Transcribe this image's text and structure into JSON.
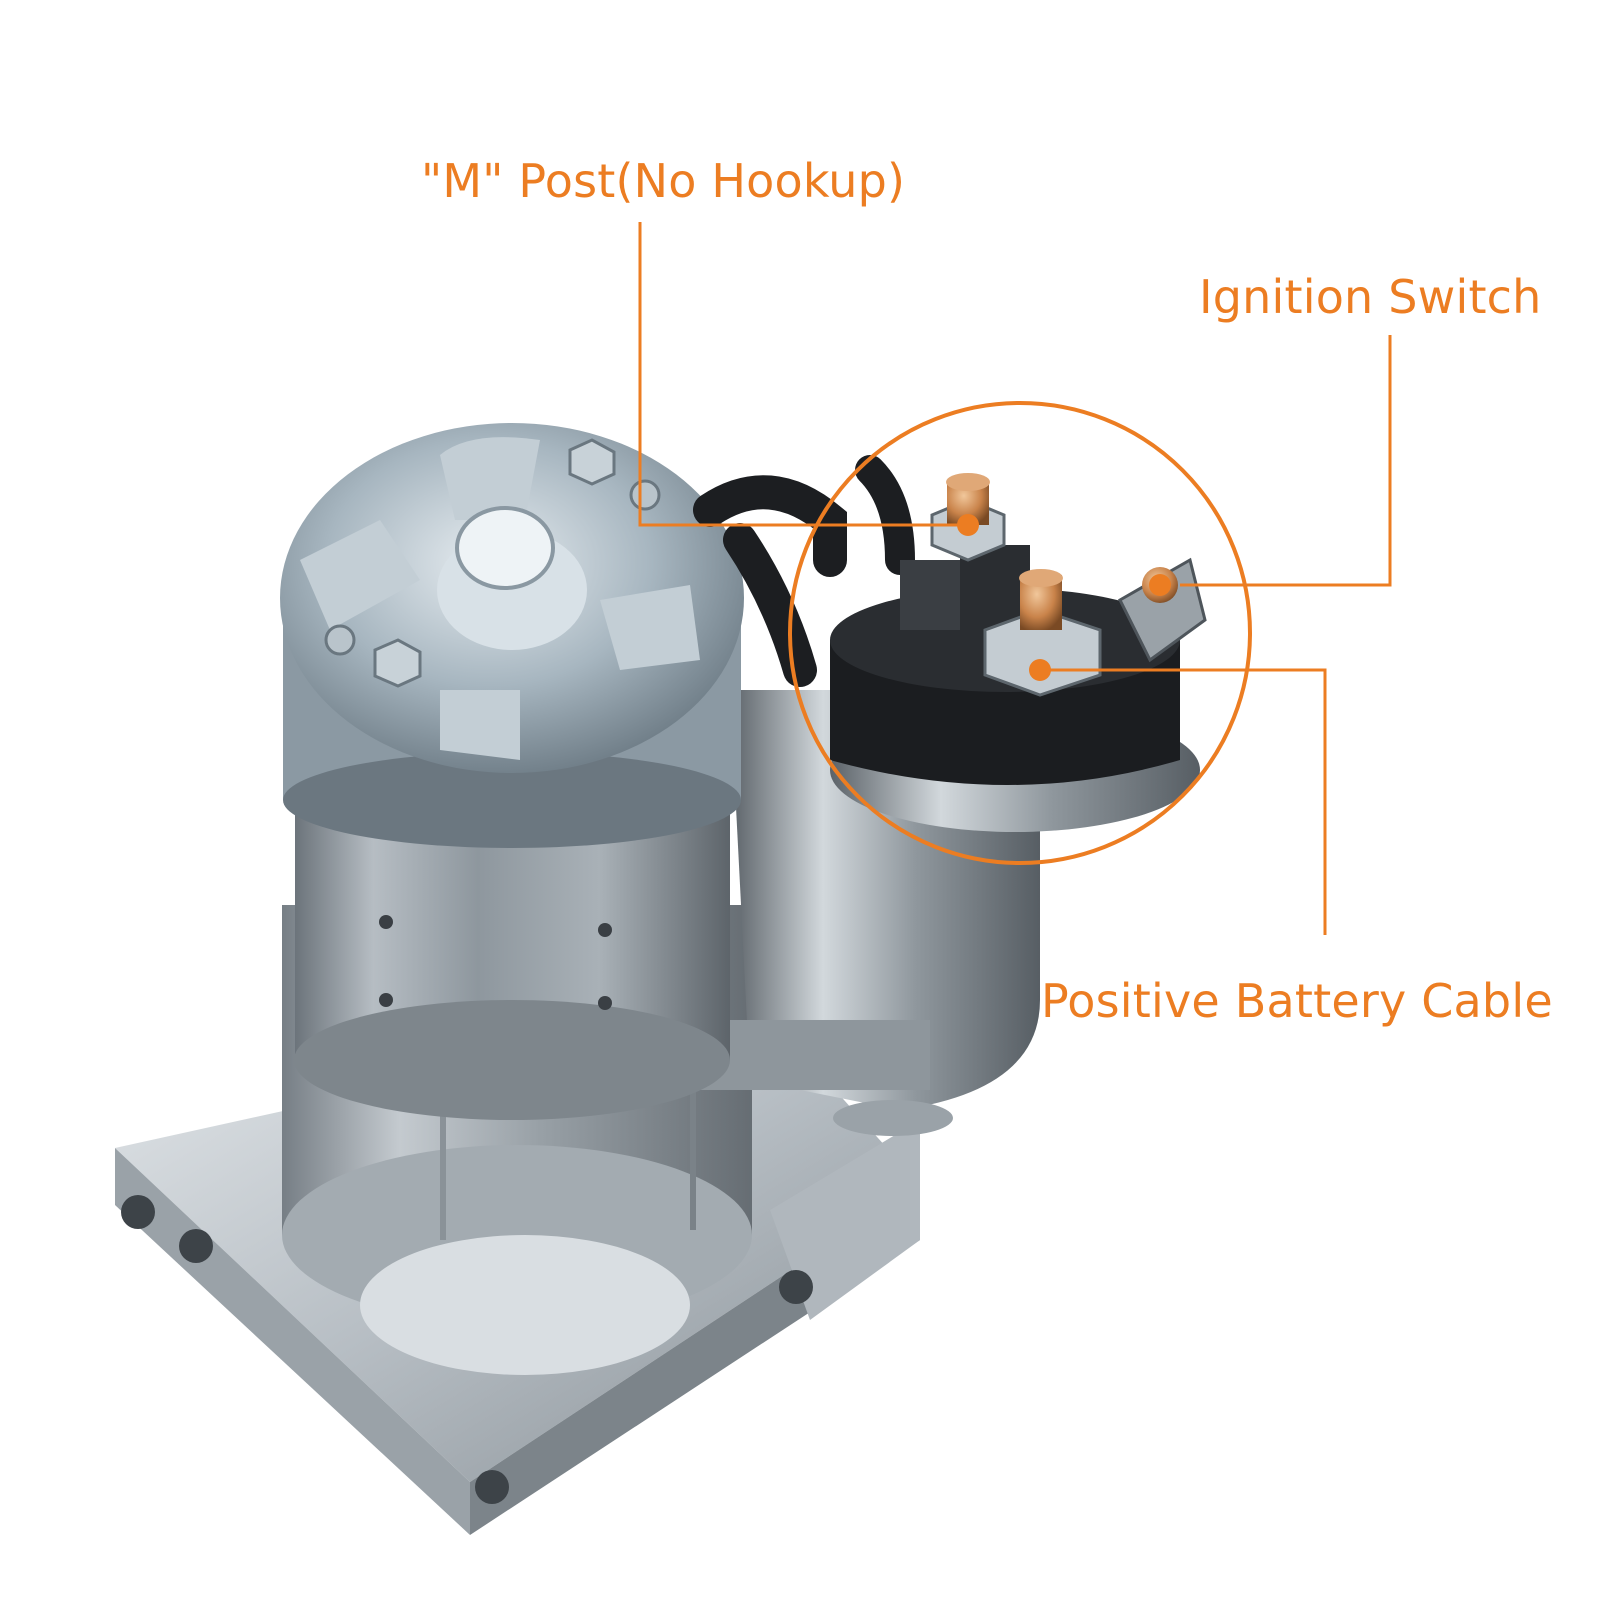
{
  "callouts": {
    "m_post": "\"M\" Post(No Hookup)",
    "ignition_switch": "Ignition Switch",
    "positive_battery_cable": "Positive Battery Cable"
  },
  "colors": {
    "accent": "#ec7d22",
    "background": "#ffffff",
    "metal_light": "#d7dde2",
    "metal_mid": "#9aa3aa",
    "metal_dark": "#4e555b",
    "solenoid_cap": "#1b1d20",
    "copper": "#c9834a"
  },
  "icons": [
    "starter-motor-illustration",
    "solenoid-zoom-circle",
    "terminal-marker-dot"
  ]
}
